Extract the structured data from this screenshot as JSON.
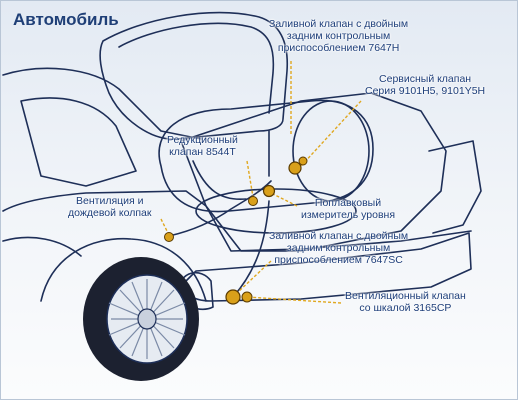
{
  "title": "Автомобиль",
  "colors": {
    "line": "#1e2f58",
    "label": "#1d3e7a",
    "component": "#d9a01a",
    "leader": "#e0a820",
    "tire": "#1c2130"
  },
  "callouts": [
    {
      "id": "filler-valve-top",
      "lines": [
        "Заливной клапан с двойным",
        "задним контрольным",
        "приспособлением 7647H"
      ]
    },
    {
      "id": "service-valve",
      "lines": [
        "Сервисный клапан",
        "Серия 9101H5,  9101Y5H"
      ]
    },
    {
      "id": "reducer-valve",
      "lines": [
        "Редукционный",
        "клапан 8544T"
      ]
    },
    {
      "id": "float-gauge",
      "lines": [
        "Поплавковый",
        "измеритель уровня"
      ]
    },
    {
      "id": "vent-cap",
      "lines": [
        "Вентиляция и",
        "дождевой колпак"
      ]
    },
    {
      "id": "filler-valve-bottom",
      "lines": [
        "Заливной клапан с двойным",
        "задним контрольным",
        "приспособлением 7647SC"
      ]
    },
    {
      "id": "vent-valve",
      "lines": [
        "Вентиляционный клапан",
        "со шкалой 3165CP"
      ]
    }
  ]
}
